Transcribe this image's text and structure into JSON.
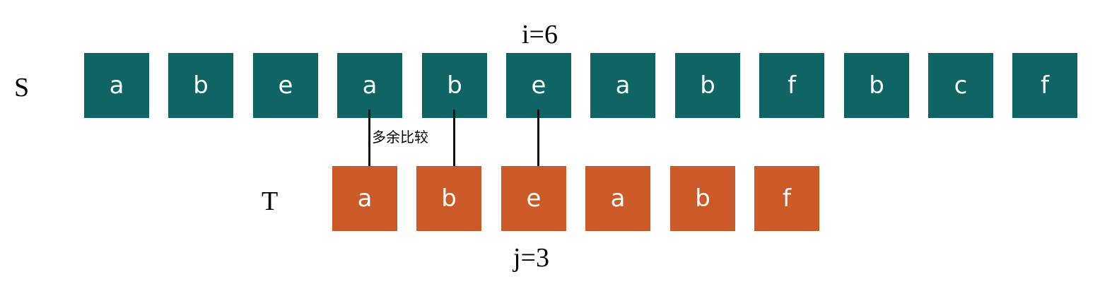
{
  "labels": {
    "s_label": "S",
    "t_label": "T",
    "i_indicator": "i=6",
    "j_indicator": "j=3",
    "note": "多余比较"
  },
  "colors": {
    "s_cell": "#0e6564",
    "t_cell": "#cc5a28",
    "cell_text": "#ffffff",
    "connector": "#111111"
  },
  "s_chars": [
    "a",
    "b",
    "e",
    "a",
    "b",
    "e",
    "a",
    "b",
    "f",
    "b",
    "c",
    "f"
  ],
  "t_chars": [
    "a",
    "b",
    "e",
    "a",
    "b",
    "f"
  ],
  "connections": [
    {
      "s_index": 3,
      "t_index": 0
    },
    {
      "s_index": 4,
      "t_index": 1
    },
    {
      "s_index": 5,
      "t_index": 2
    }
  ]
}
